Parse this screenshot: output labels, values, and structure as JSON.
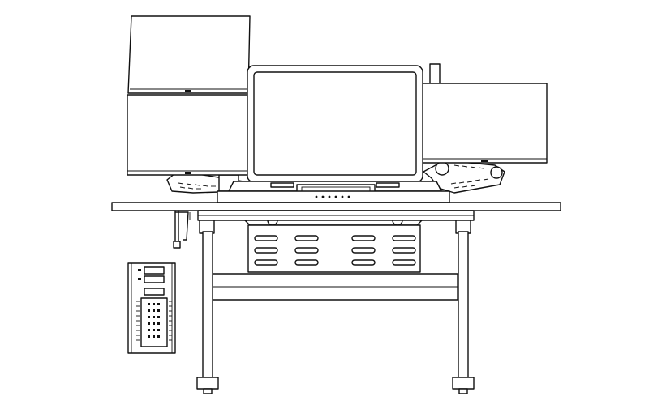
{
  "drawing": {
    "subject": "",
    "stroke_color": "#111111",
    "background_color": "#ffffff"
  },
  "monitors": [
    {
      "id": "upper-left",
      "style": "tilted"
    },
    {
      "id": "lower-left",
      "style": "flat"
    },
    {
      "id": "center",
      "style": "large-bezel"
    },
    {
      "id": "right",
      "style": "flat"
    }
  ],
  "accessories": [
    "monitor-arm-left",
    "monitor-arm-right",
    "monitor-pole",
    "keyboard-tray",
    "cable-tray",
    "modesty-panel",
    "pc-tower-holder",
    "pc-tower"
  ]
}
